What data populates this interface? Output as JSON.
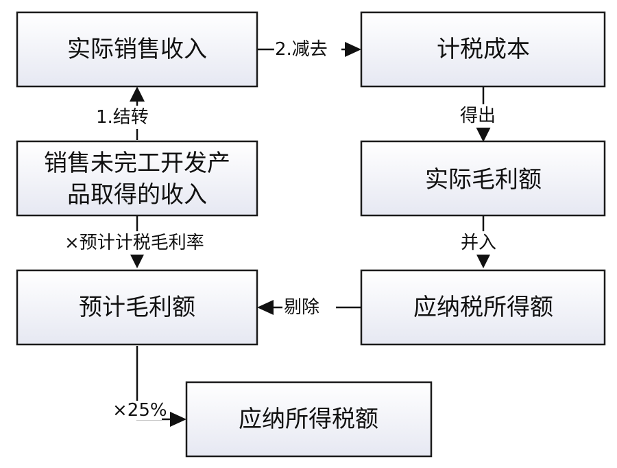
{
  "nodes": {
    "actual_sales_income": "实际销售收入",
    "tax_cost": "计税成本",
    "presale_income_line1": "销售未完工开发产",
    "presale_income_line2": "品取得的收入",
    "actual_gross_profit": "实际毛利额",
    "estimated_gross_profit": "预计毛利额",
    "taxable_income": "应纳税所得额",
    "income_tax_payable": "应纳所得税额"
  },
  "edges": {
    "subtract": "2.减去",
    "carry_over": "1.结转",
    "derive": "得出",
    "multiply_rate": "×预计计税毛利率",
    "merge_in": "并入",
    "exclude": "剔除",
    "multiply_25": "×25%"
  },
  "colors": {
    "box_fill_top": "#ffffff",
    "box_fill_bottom": "#e6e8f2",
    "stroke": "#1a1a1a"
  }
}
